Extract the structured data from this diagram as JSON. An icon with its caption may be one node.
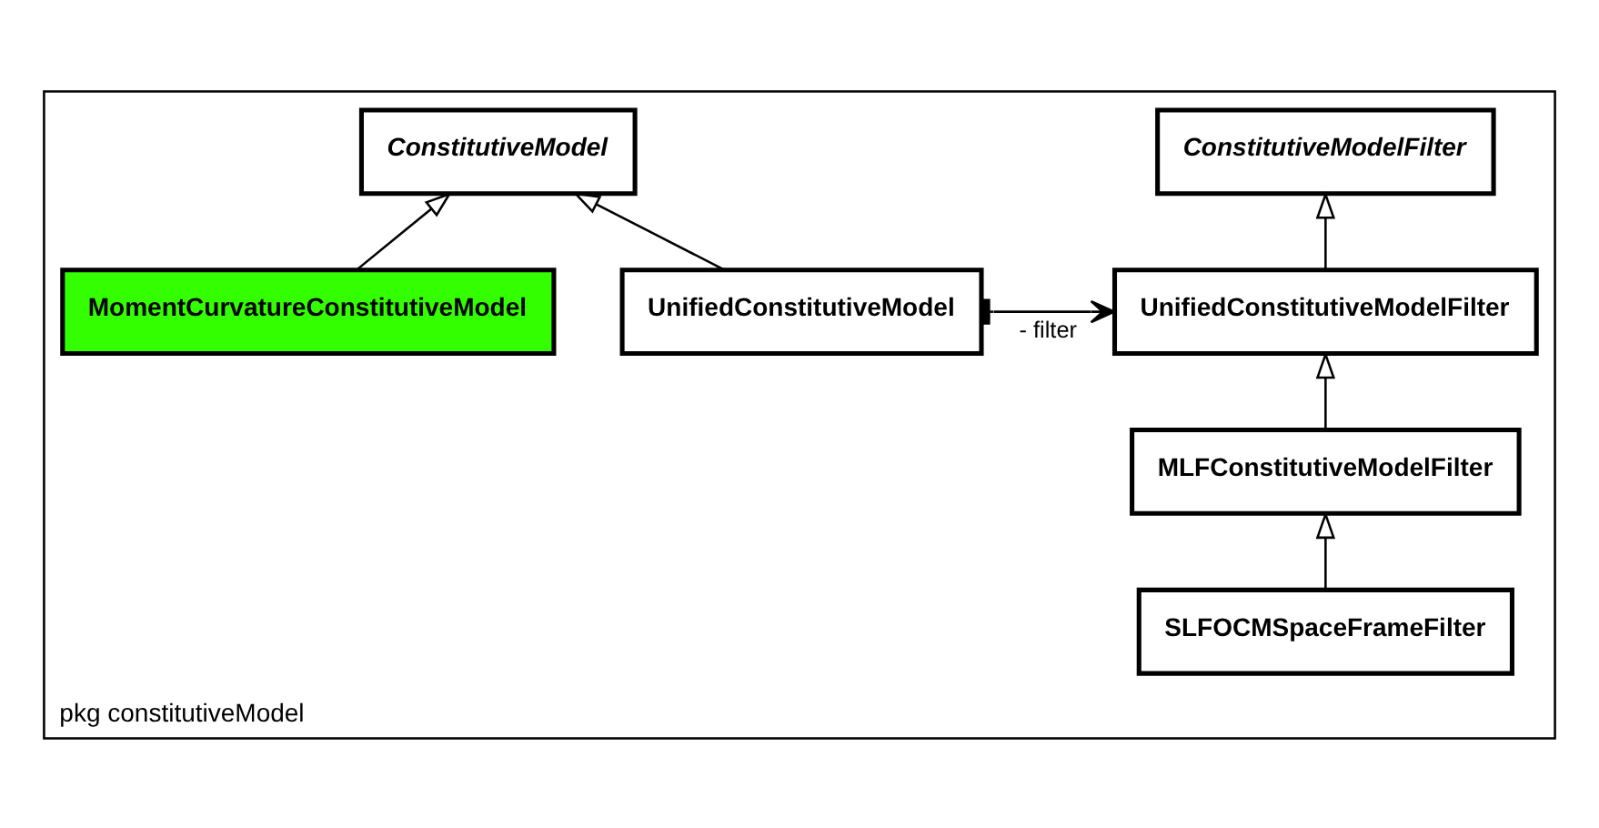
{
  "diagram": {
    "nodes": [
      {
        "text": [
          "pkg constitutiveModel"
        ]
      },
      {
        "text": [
          "ConstitutiveModelFilter"
        ],
        "in": 0
      },
      {
        "text": [
          "UnifiedConstitutiveModelFilter"
        ],
        "in": 0
      },
      {
        "text": [
          "MLFConstitutiveModelFilter"
        ],
        "in": 0
      },
      {
        "text": [
          "SLFOCMSpaceFrameFilter"
        ],
        "in": 0
      },
      {
        "text": [
          "ConstitutiveModel"
        ],
        "in": 0
      },
      {
        "text": [
          "UnifiedConstitutiveModel"
        ],
        "in": 0
      },
      {
        "text": [
          "MomentCurvatureConstitutiveModel"
        ],
        "in": 0
      }
    ],
    "edges": [
      {
        "from": 2,
        "to": 1,
        "arrow": "to"
      },
      {
        "from": 3,
        "to": 2,
        "arrow": "to"
      },
      {
        "from": 4,
        "to": 3,
        "arrow": "to"
      },
      {
        "from": 6,
        "to": 5,
        "arrow": "to"
      },
      {
        "from": 7,
        "to": 5,
        "arrow": "to"
      },
      {
        "from": 6,
        "to": 2,
        "arrow": "to",
        "label": "- filter"
      }
    ]
  }
}
